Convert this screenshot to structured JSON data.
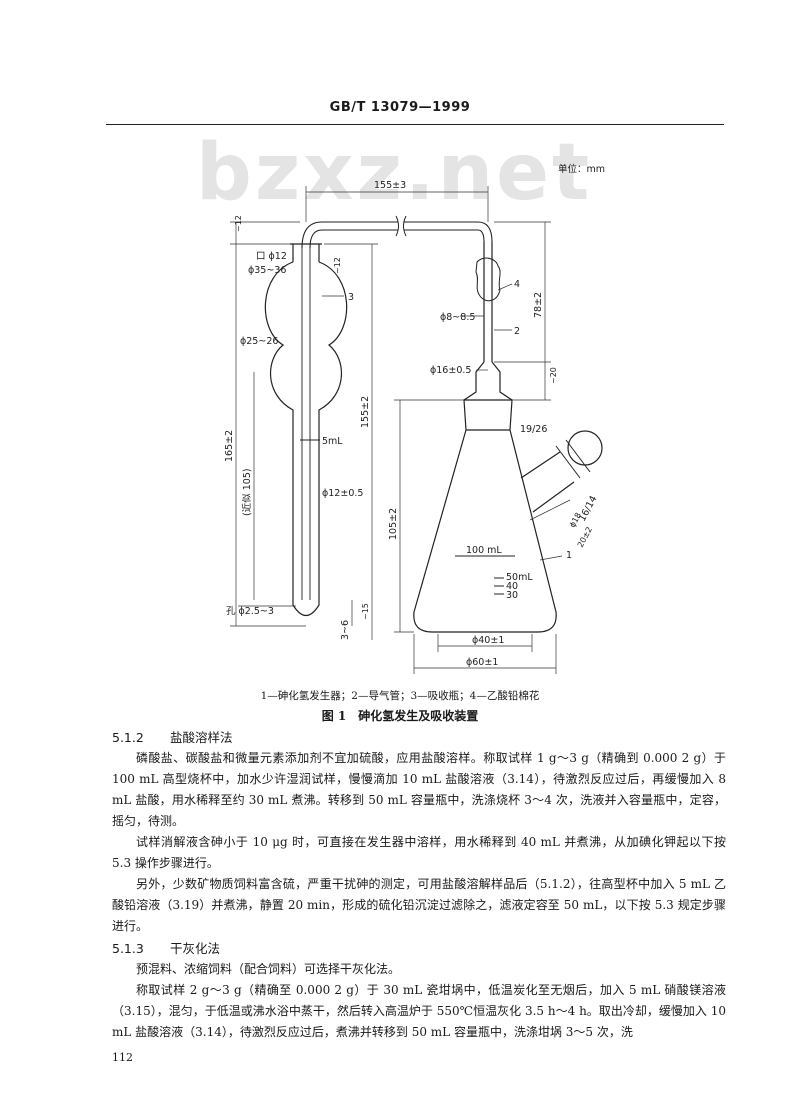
{
  "header": {
    "standard": "GB/T 13079—1999"
  },
  "watermark": "bzxz.net",
  "figure": {
    "unit_label": "单位：mm",
    "dims": {
      "top_width": "155±3",
      "left_12": "~12",
      "mouth": "口 ϕ12",
      "bulb1": "ϕ35~36",
      "right_12": "~12",
      "callout_3": "3",
      "bulb2": "ϕ25~26",
      "tube_155": "155±2",
      "mark_5ml": "5mL",
      "tube_12": "ϕ12±0.5",
      "left_165": "165±2",
      "approx_105": "(近似 105)",
      "hole": "孔 ϕ2.5~3",
      "depth_3_6": "3~6",
      "depth_15": "~15",
      "callout_4": "4",
      "pipe_dia": "ϕ8~8.5",
      "callout_2": "2",
      "height_78": "78±2",
      "pipe_16": "ϕ16±0.5",
      "height_20": "~20",
      "joint_19": "19/26",
      "height_105": "105±2",
      "joint_16": "16/14",
      "side_18": "ϕ18",
      "side_20": "20±2",
      "mark_100": "100 mL",
      "callout_1": "1",
      "mark_50": "50mL",
      "mark_40": "40",
      "mark_30": "30",
      "base_40": "ϕ40±1",
      "base_60": "ϕ60±1"
    },
    "legend": "1—砷化氢发生器；2—导气管；3—吸收瓶；4—乙酸铅棉花",
    "caption": "图 1　砷化氢发生及吸收装置"
  },
  "sections": {
    "s512": {
      "num": "5.1.2",
      "title": "盐酸溶样法",
      "p1": "磷酸盐、碳酸盐和微量元素添加剂不宜加硫酸，应用盐酸溶样。称取试样 1 g～3 g（精确到 0.000 2 g）于 100 mL 高型烧杯中，加水少许湿润试样，慢慢滴加 10 mL 盐酸溶液（3.14），待激烈反应过后，再缓慢加入 8 mL 盐酸，用水稀释至约 30 mL 煮沸。转移到 50 mL 容量瓶中，洗涤烧杯 3～4 次，洗液并入容量瓶中，定容，摇匀，待测。",
      "p2": "试样消解液含砷小于 10 μg 时，可直接在发生器中溶样，用水稀释到 40 mL 并煮沸，从加碘化钾起以下按 5.3 操作步骤进行。",
      "p3": "另外，少数矿物质饲料富含硫，严重干扰砷的测定，可用盐酸溶解样品后（5.1.2），往高型杯中加入 5 mL 乙酸铅溶液（3.19）并煮沸，静置 20 min，形成的硫化铅沉淀过滤除之，滤液定容至 50 mL，以下按 5.3 规定步骤进行。"
    },
    "s513": {
      "num": "5.1.3",
      "title": "干灰化法",
      "p1": "预混料、浓缩饲料（配合饲料）可选择干灰化法。",
      "p2": "称取试样 2 g～3 g（精确至 0.000 2 g）于 30 mL 瓷坩埚中，低温炭化至无烟后，加入 5 mL 硝酸镁溶液（3.15），混匀，于低温或沸水浴中蒸干，然后转入高温炉于 550℃恒温灰化 3.5 h～4 h。取出冷却，缓慢加入 10 mL 盐酸溶液（3.14），待激烈反应过后，煮沸并转移到 50 mL 容量瓶中，洗涤坩埚 3～5 次，洗"
    }
  },
  "page_number": "112"
}
